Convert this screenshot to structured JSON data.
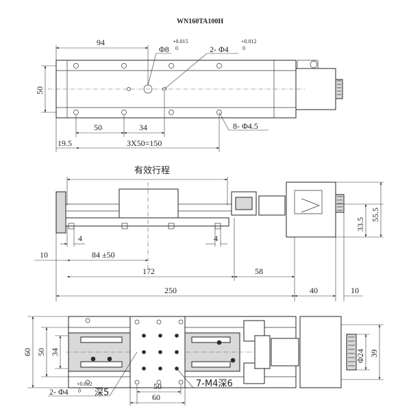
{
  "title": "WN160TA100H",
  "top_view": {
    "dim_94": "94",
    "dim_50_height": "50",
    "hole_phi8": "Φ8",
    "hole_phi8_tol_upper": "+0.015",
    "hole_phi8_tol_lower": "0",
    "pin_holes": "2- Φ4",
    "pin_holes_tol_upper": "+0.012",
    "pin_holes_tol_lower": "0",
    "dim_50": "50",
    "dim_34": "34",
    "mount_holes": "8- Φ4.5",
    "dim_19_5": "19.5",
    "dim_pitch": "3X50=150"
  },
  "side_view": {
    "stroke_label": "有效行程",
    "dim_4_left": "4",
    "dim_4_right": "4",
    "dim_10": "10",
    "dim_84": "84 ±50",
    "dim_172": "172",
    "dim_58": "58",
    "dim_250": "250",
    "dim_40": "40",
    "dim_10_right": "10",
    "dim_33_5": "33.5",
    "dim_55_5": "55.5"
  },
  "bottom_view": {
    "dim_60_height": "60",
    "dim_50_height": "50",
    "dim_34_height": "34",
    "dim_50": "50",
    "dim_60": "60",
    "pin_holes": "2- Φ4",
    "pin_holes_tol_upper": "+0.012",
    "pin_holes_tol_lower": "0",
    "pin_depth": "深5",
    "tap_holes": "7-M4深6",
    "dim_phi24": "Φ24",
    "dim_39": "39"
  }
}
